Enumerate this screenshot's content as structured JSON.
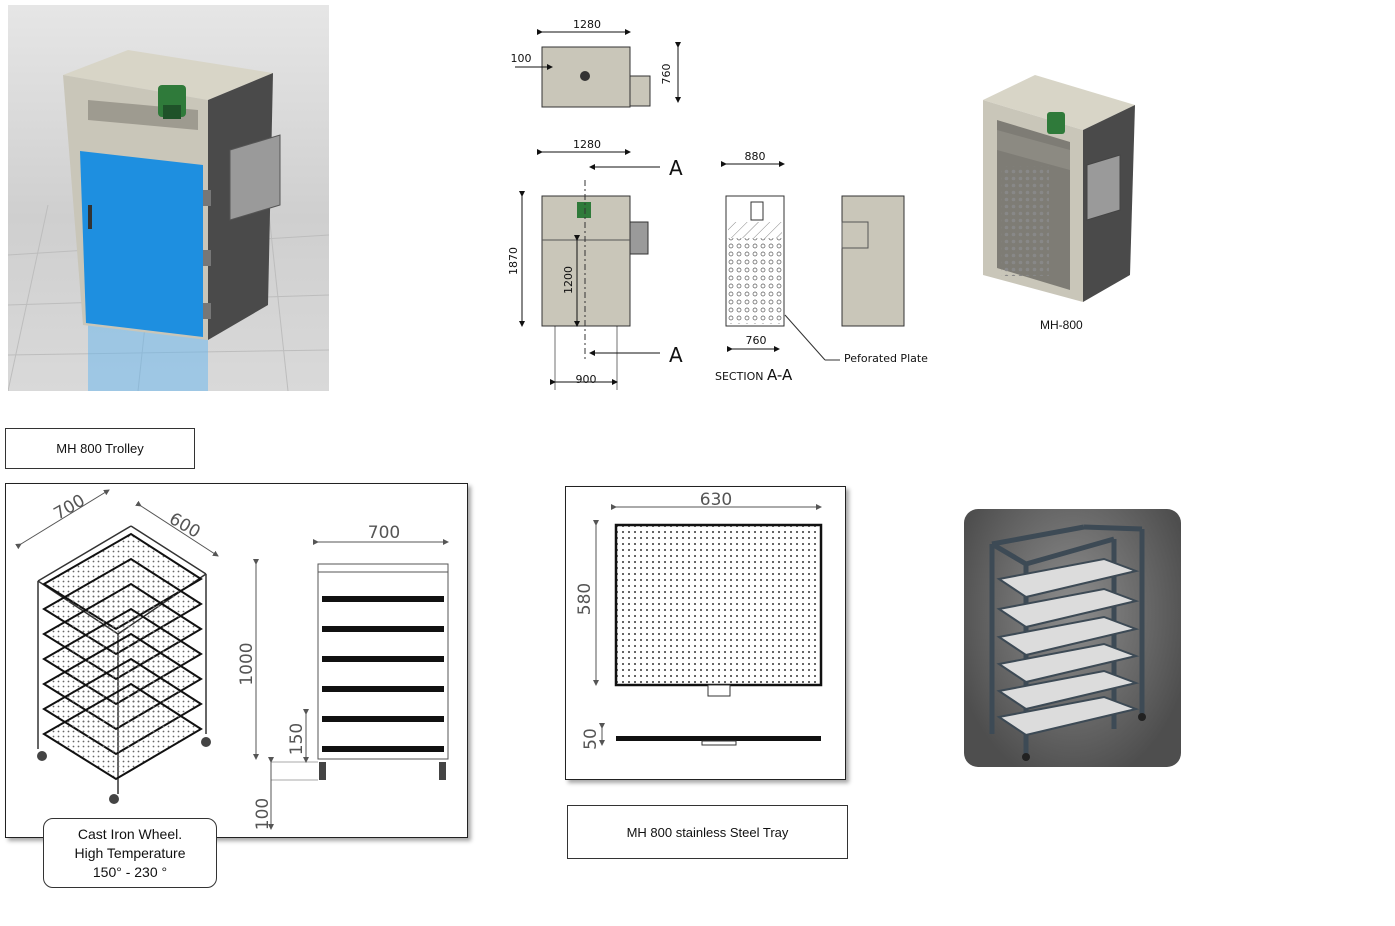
{
  "colors": {
    "panel": "#c9c6b9",
    "door_blue": "#1e8fe0",
    "motor_green": "#2f7a3a",
    "frame_steel": "#3d4a55"
  },
  "drawing": {
    "top_view": {
      "width": "1280",
      "offset": "100",
      "height": "760"
    },
    "front_view": {
      "width": "1280",
      "height_total": "1870",
      "height_inner": "1200",
      "base_width": "900",
      "section_mark": "A"
    },
    "section": {
      "width": "880",
      "inner_width": "760",
      "title_prefix": "SECTION",
      "title_ref": "A-A",
      "perforated_label": "Peforated Plate"
    },
    "model_label": "MH-800"
  },
  "trolley": {
    "caption": "MH 800 Trolley",
    "iso_width": "700",
    "iso_depth": "600",
    "side_width": "700",
    "height": "1000",
    "pitch": "150",
    "wheel_height": "100",
    "wheel_note": [
      "Cast Iron Wheel.",
      "High Temperature",
      "150° - 230 °"
    ]
  },
  "tray": {
    "caption": "MH 800 stainless Steel Tray",
    "width": "630",
    "depth": "580",
    "thickness": "50"
  }
}
